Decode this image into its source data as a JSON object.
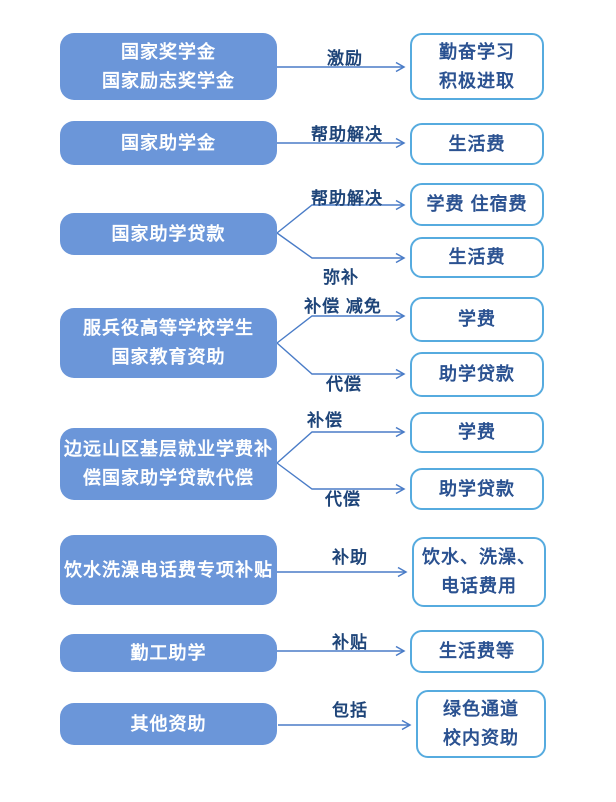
{
  "diagram": {
    "title_hint": "student-financial-aid-flow",
    "left": [
      {
        "l1": "国家奖学金",
        "l2": "国家励志奖学金"
      },
      {
        "l1": "国家助学金"
      },
      {
        "l1": "国家助学贷款"
      },
      {
        "l1": "服兵役高等学校学生",
        "l2": "国家教育资助"
      },
      {
        "l1": "边远山区基层就业学费补",
        "l2": "偿国家助学贷款代偿"
      },
      {
        "l1": "饮水洗澡电话费专项补贴"
      },
      {
        "l1": "勤工助学"
      },
      {
        "l1": "其他资助"
      }
    ],
    "right": [
      {
        "l1": "勤奋学习",
        "l2": "积极进取"
      },
      {
        "l1": "生活费"
      },
      {
        "l1": "学费 住宿费"
      },
      {
        "l1": "生活费"
      },
      {
        "l1": "学费"
      },
      {
        "l1": "助学贷款"
      },
      {
        "l1": "学费"
      },
      {
        "l1": "助学贷款"
      },
      {
        "l1": "饮水、洗澡、",
        "l2": "电话费用"
      },
      {
        "l1": "生活费等"
      },
      {
        "l1": "绿色通道",
        "l2": "校内资助"
      }
    ],
    "labels": [
      "激励",
      "帮助解决",
      "帮助解决",
      "弥补",
      "补偿 减免",
      "代偿",
      "补偿",
      "代偿",
      "补助",
      "补贴",
      "包括"
    ],
    "colors": {
      "source_box_fill": "#6B96D9",
      "source_box_text": "#FFFFFF",
      "target_box_border": "#56ABDF",
      "target_box_text": "#2B5291",
      "connector_line": "#4A7CC7",
      "connector_label_text": "#1F4579",
      "background": "#FFFFFF"
    }
  }
}
